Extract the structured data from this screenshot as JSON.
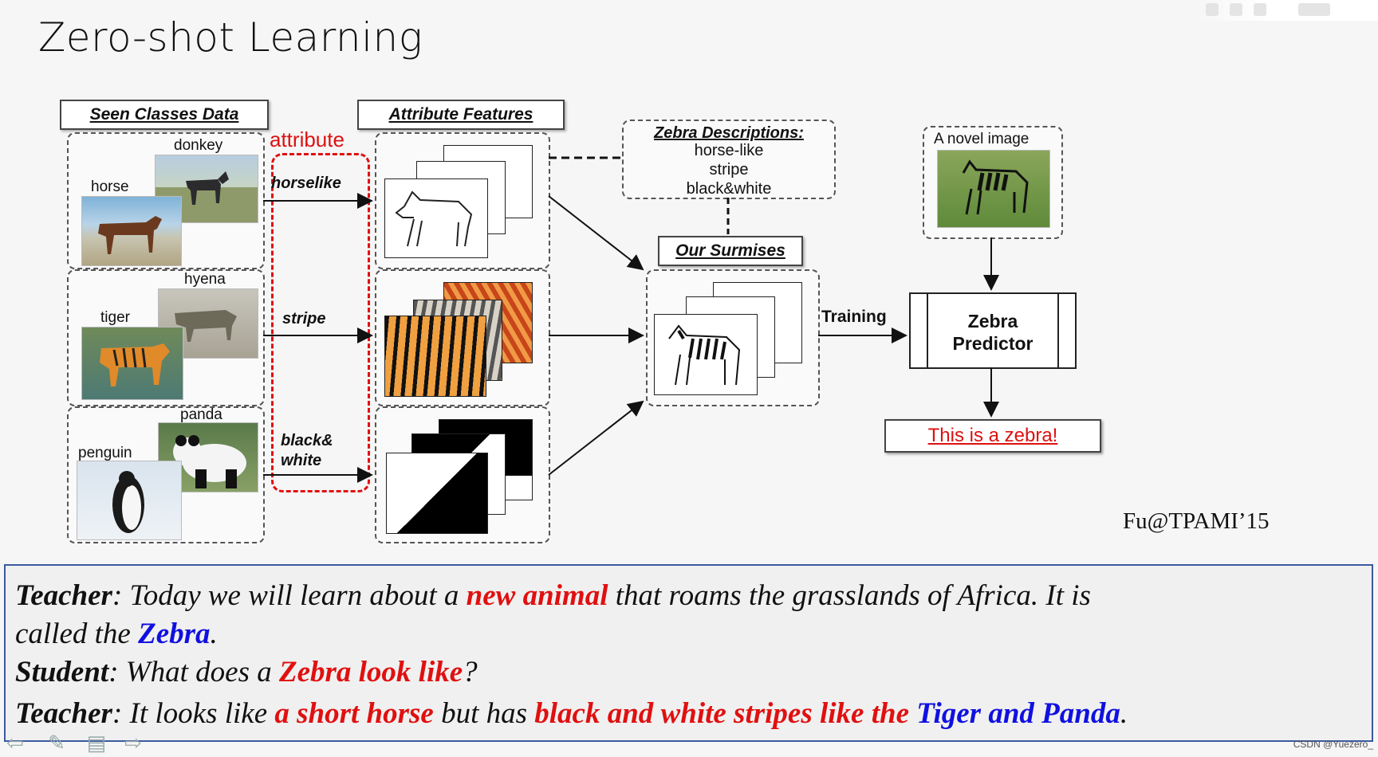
{
  "slide": {
    "title": "Zero-shot Learning",
    "citation": "Fu@TPAMI’15"
  },
  "diagram": {
    "seen_header": "Seen Classes Data",
    "attr_header": "Attribute Features",
    "attribute_word": "attribute",
    "groups": [
      {
        "front": "horse",
        "back": "donkey",
        "attribute": "horselike"
      },
      {
        "front": "tiger",
        "back": "hyena",
        "attribute": "stripe"
      },
      {
        "front": "penguin",
        "back": "panda",
        "attribute": "black& white"
      }
    ],
    "descriptions": {
      "title": "Zebra Descriptions:",
      "items": [
        "horse-like",
        "stripe",
        "black&white"
      ]
    },
    "surmises_header": "Our Surmises",
    "novel_image_label": "A novel image",
    "training_label": "Training",
    "predictor_line1": "Zebra",
    "predictor_line2": "Predictor",
    "result": "This is a zebra!"
  },
  "dialog": {
    "line1": {
      "speaker": "Teacher",
      "p1": ": Today we will learn about a ",
      "hl1": "new animal",
      "p2": " that roams the grasslands of Africa. It is"
    },
    "line2": {
      "p1": "called the ",
      "hl1": "Zebra",
      "p2": "."
    },
    "line3": {
      "speaker": "Student",
      "p1": ": What does a ",
      "hl1": "Zebra look like",
      "p2": "?"
    },
    "line4": {
      "speaker": "Teacher",
      "p1": ": It looks like ",
      "hl1": "a short horse",
      "p2": " but has ",
      "hl2": "black and white stripes like the ",
      "hl3": "Tiger and Panda",
      "p3": "."
    }
  },
  "footer": {
    "watermark": "CSDN @Yuezero_"
  },
  "icons": [
    "back-arrow-icon",
    "pen-icon",
    "menu-icon",
    "forward-arrow-icon"
  ]
}
